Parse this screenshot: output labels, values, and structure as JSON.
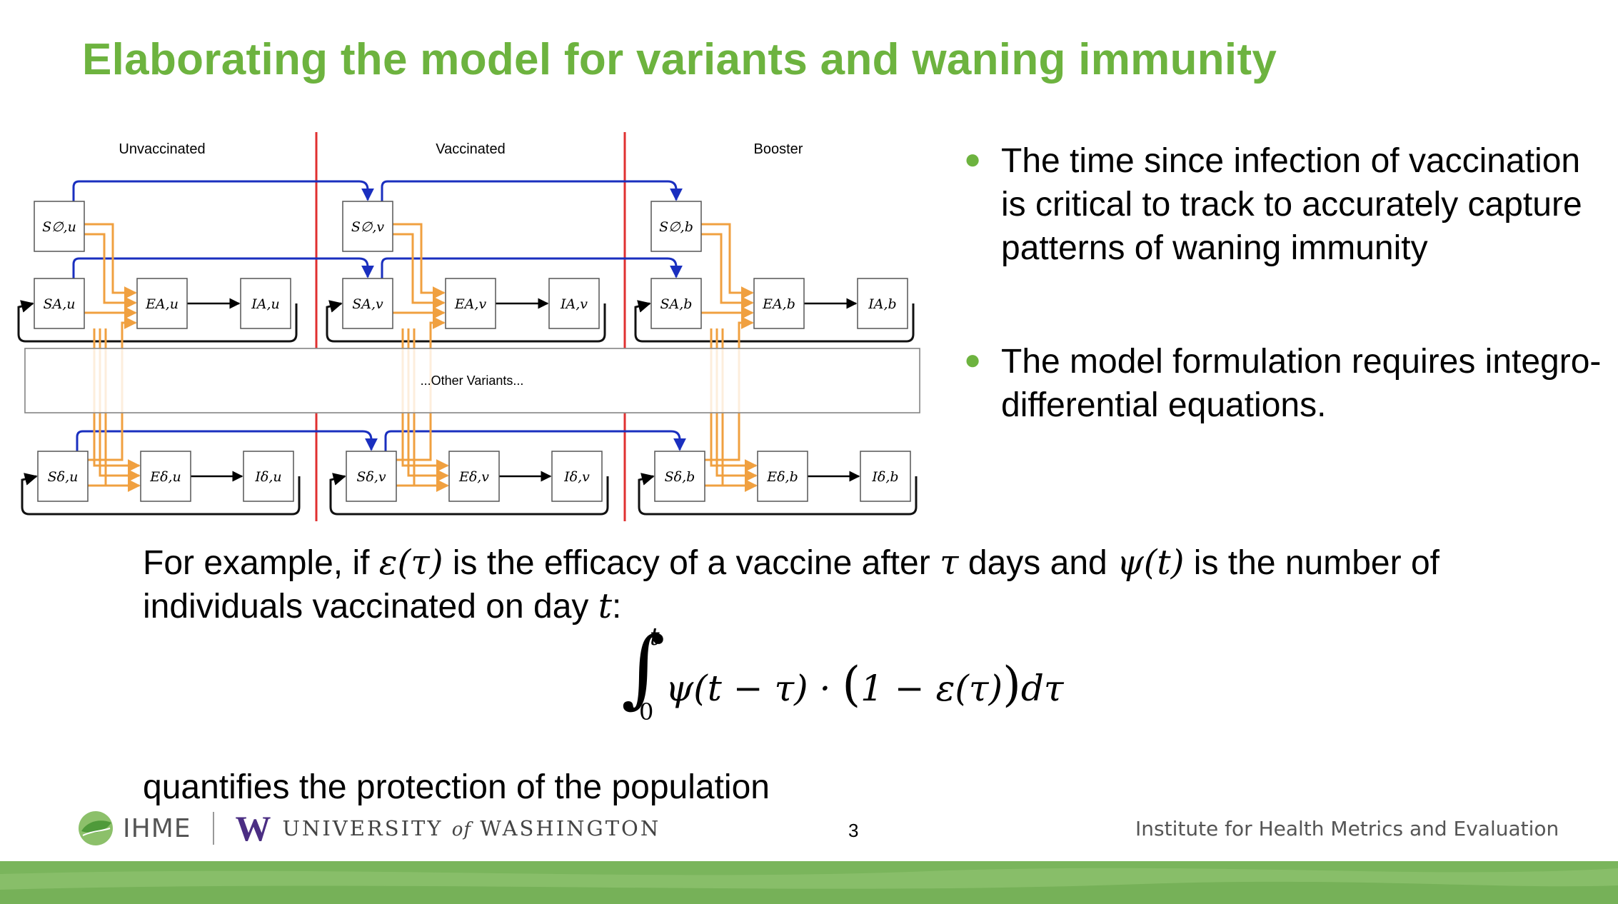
{
  "slide": {
    "title": "Elaborating the model for variants and waning immunity",
    "page_number": "3"
  },
  "diagram": {
    "column_headers": [
      "Unvaccinated",
      "Vaccinated",
      "Booster"
    ],
    "middle_label": "...Other Variants...",
    "nodes": {
      "s0": [
        "S∅,u",
        "S∅,v",
        "S∅,b"
      ],
      "sA": [
        "SA,u",
        "SA,v",
        "SA,b"
      ],
      "eA": [
        "EA,u",
        "EA,v",
        "EA,b"
      ],
      "iA": [
        "IA,u",
        "IA,v",
        "IA,b"
      ],
      "sD": [
        "Sδ,u",
        "Sδ,v",
        "Sδ,b"
      ],
      "eD": [
        "Eδ,u",
        "Eδ,v",
        "Eδ,b"
      ],
      "iD": [
        "Iδ,u",
        "Iδ,v",
        "Iδ,b"
      ]
    },
    "colors": {
      "vaccination_arrow": "#1a2fbf",
      "infection_arrow": "#f0a040",
      "divider": "#e03030"
    }
  },
  "bullets": [
    "The time since infection of vaccination is critical to track to accurately capture patterns of waning immunity",
    "The model formulation requires integro-differential equations."
  ],
  "example": {
    "p1": "For example, if ",
    "m1": "ε(τ)",
    "p2": " is the efficacy of a vaccine after ",
    "m2": "τ",
    "p3": " days and ",
    "m3": "ψ(t)",
    "p4": " is the number of individuals vaccinated on day ",
    "m4": "t",
    "p5": ":"
  },
  "formula": {
    "integral_sign": "∫",
    "upper": "t",
    "lower": "0",
    "part1": "ψ(t − τ) · ",
    "lparen": "(",
    "part2": "1 − ε(τ)",
    "rparen": ")",
    "part3": "dτ"
  },
  "conclusion": "quantifies the protection of the population",
  "footer": {
    "ihme": "IHME",
    "uw_w": "W",
    "uw_part1": "UNIVERSITY ",
    "uw_of": "of",
    "uw_part2": " WASHINGTON",
    "institute": "Institute for Health Metrics and Evaluation"
  },
  "colors": {
    "title_green": "#6db33f",
    "bullet_green": "#6db33f",
    "band_green": "#7ab55c"
  }
}
